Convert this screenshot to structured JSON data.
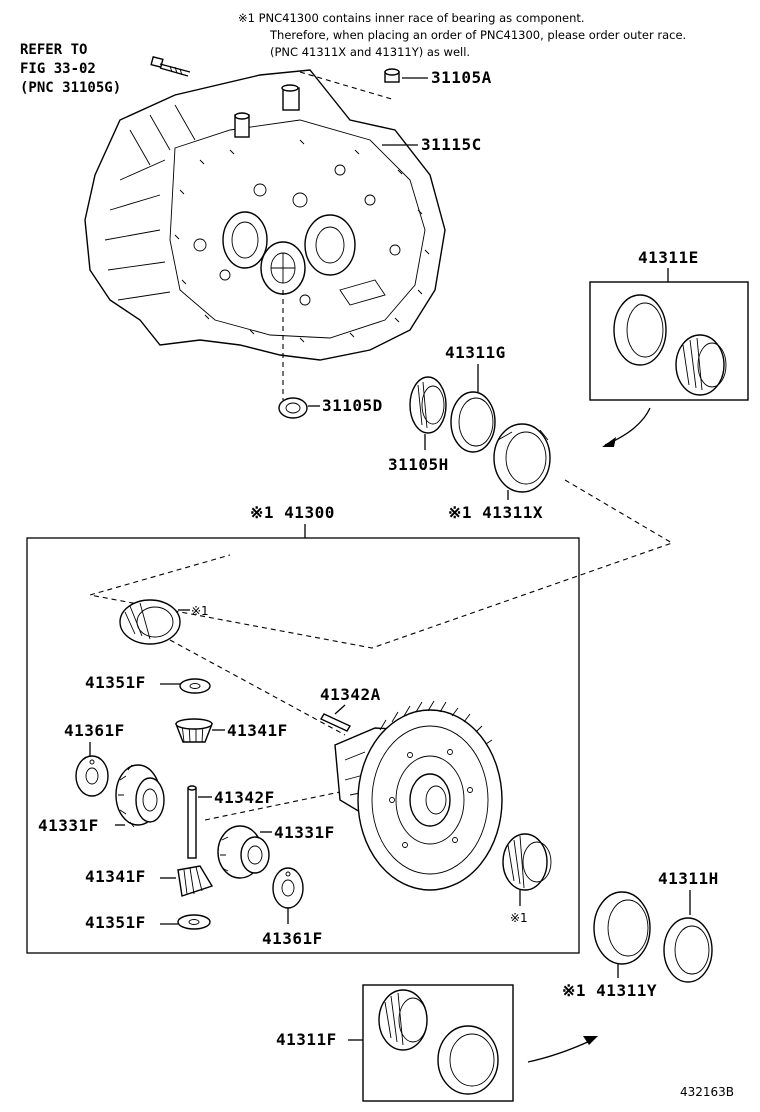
{
  "note": {
    "line1": "※1 PNC41300 contains inner race of bearing as component.",
    "line2": "Therefore, when placing an order of PNC41300, please order outer race.",
    "line3": "(PNC 41311X and 41311Y) as well."
  },
  "refer": {
    "line1": "REFER TO",
    "line2": "FIG 33-02",
    "line3": "(PNC 31105G)"
  },
  "callouts": {
    "p31105A": "31105A",
    "p31115C": "31115C",
    "p41311E": "41311E",
    "p41311G": "41311G",
    "p31105D": "31105D",
    "p31105H": "31105H",
    "p41311X": "※1 41311X",
    "p41300": "※1 41300",
    "mark1_top": "※1",
    "p41351F_top": "41351F",
    "p41342A": "41342A",
    "p41361F_left": "41361F",
    "p41341F_top": "41341F",
    "p41342F": "41342F",
    "p41331F_left": "41331F",
    "p41331F_mid": "41331F",
    "p41341F_bottom": "41341F",
    "p41351F_bottom": "41351F",
    "p41361F_bottom": "41361F",
    "mark1_bottom": "※1",
    "p41311H": "41311H",
    "p41311Y": "※1 41311Y",
    "p41311F": "41311F"
  },
  "figure_id": "432163B"
}
